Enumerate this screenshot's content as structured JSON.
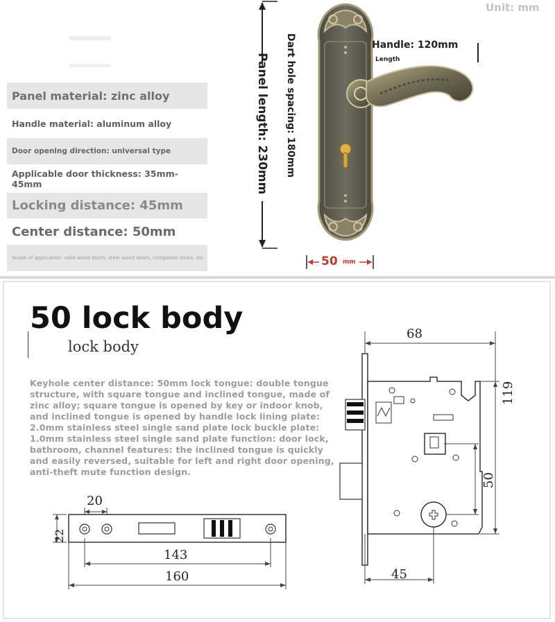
{
  "unit_label": "Unit: mm",
  "specs": [
    "Panel material: zinc alloy",
    "Handle material: aluminum alloy",
    "Door opening direction: universal type",
    "Applicable door thickness: 35mm-45mm",
    "Locking distance: 45mm",
    "Center distance: 50mm",
    "Scope of application: solid wood doors, steel wood doors, composite doors, etc"
  ],
  "handle_label": "Handle: 120mm",
  "handle_sublabel": "Length",
  "dart_hole_label": "Dart hole spacing: 180mm",
  "panel_length_label": "Panel length: 230mm",
  "panel_width_label": "50",
  "panel_width_unit": "mm",
  "section_title": "50 lock body",
  "section_subtitle": "lock body",
  "description": "Keyhole center distance: 50mm lock tongue: double tongue structure, with square tongue and inclined tongue, made of zinc alloy; square tongue is opened by key or indoor knob, and inclined tongue is opened by handle lock lining plate: 2.0mm stainless steel single sand plate lock buckle plate: 1.0mm stainless steel single sand plate function: door lock, bathroom, channel features: the inclined tongue is quickly and easily reversed, suitable for left and right door opening, anti-theft mute function design.",
  "dims": {
    "width_68": "68",
    "height_119": "119",
    "height_50": "50",
    "width_45": "45",
    "plate_20": "20",
    "plate_22": "22",
    "plate_143": "143",
    "plate_160": "160"
  },
  "colors": {
    "bronze": "#5f5d52",
    "bronze_light": "#a39a78",
    "arrow_red": "#c0392b",
    "arrow_dark": "#222222"
  }
}
